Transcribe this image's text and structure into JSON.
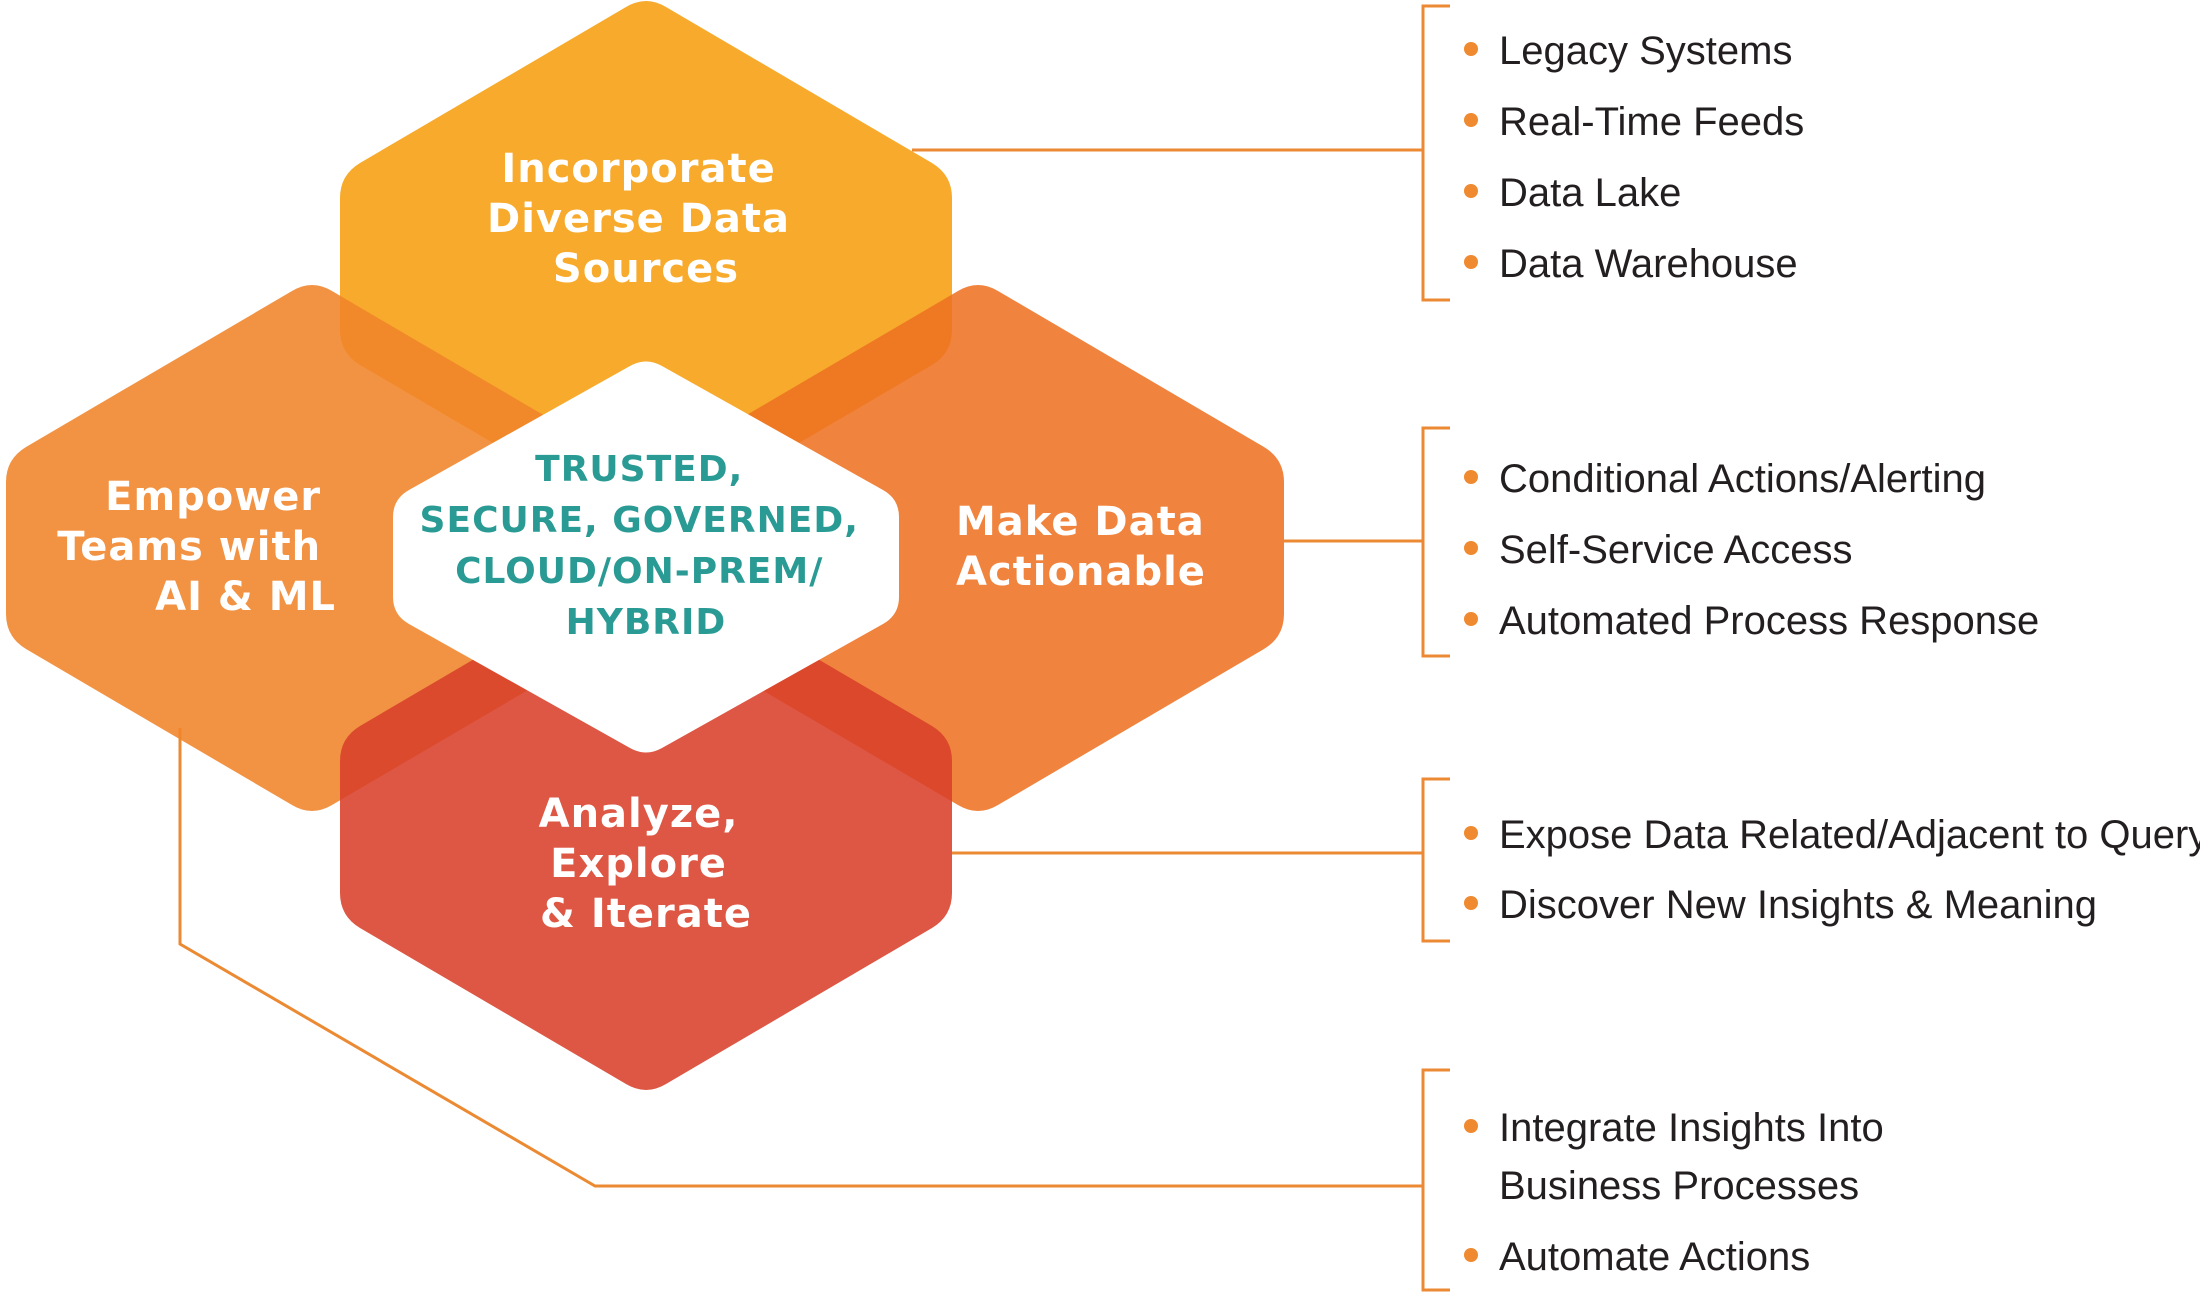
{
  "colors": {
    "top": "#F7A520",
    "left": "#F0842A",
    "right": "#EE7222",
    "bottom": "#D8402A",
    "center_text": "#2A9A94",
    "connector": "#EC8A34",
    "bullet": "#F08A30",
    "list_text": "#231F20"
  },
  "hexagons": {
    "top": {
      "lines": [
        "Incorporate",
        "Diverse Data",
        "Sources"
      ]
    },
    "left": {
      "lines": [
        "Empower",
        "Teams with",
        "AI & ML"
      ]
    },
    "right": {
      "lines": [
        "Make Data",
        "Actionable"
      ]
    },
    "bottom": {
      "lines": [
        "Analyze,",
        "Explore",
        "& Iterate"
      ]
    },
    "center": {
      "lines": [
        "TRUSTED,",
        "SECURE, GOVERNED,",
        "CLOUD/ON-PREM/",
        "HYBRID"
      ]
    }
  },
  "groups": [
    {
      "items": [
        [
          "Legacy Systems"
        ],
        [
          "Real-Time Feeds"
        ],
        [
          "Data Lake"
        ],
        [
          "Data Warehouse"
        ]
      ]
    },
    {
      "items": [
        [
          "Conditional Actions/Alerting"
        ],
        [
          "Self-Service Access"
        ],
        [
          "Automated Process Response"
        ]
      ]
    },
    {
      "items": [
        [
          "Expose Data Related/Adjacent to Query"
        ],
        [
          "Discover New Insights & Meaning"
        ]
      ]
    },
    {
      "items": [
        [
          "Integrate Insights Into",
          "Business Processes"
        ],
        [
          "Automate Actions"
        ]
      ]
    }
  ]
}
